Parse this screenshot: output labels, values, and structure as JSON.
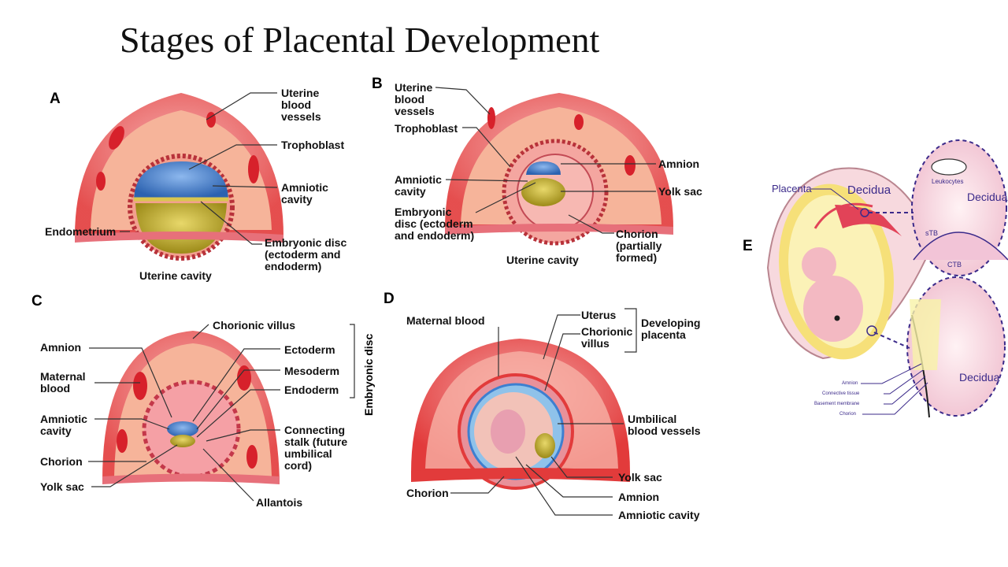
{
  "title": "Stages of Placental Development",
  "panels": {
    "A": {
      "letter": "A",
      "labels": {
        "uterine_blood_vessels": "Uterine\nblood\nvessels",
        "trophoblast": "Trophoblast",
        "amniotic_cavity": "Amniotic\ncavity",
        "embryonic_disc": "Embryonic disc\n(ectoderm and\nendoderm)",
        "endometrium": "Endometrium",
        "uterine_cavity": "Uterine cavity"
      }
    },
    "B": {
      "letter": "B",
      "labels": {
        "uterine_blood_vessels": "Uterine\nblood\nvessels",
        "trophoblast": "Trophoblast",
        "amnion": "Amnion",
        "amniotic_cavity": "Amniotic\ncavity",
        "yolk_sac": "Yolk sac",
        "embryonic_disc": "Embryonic\ndisc (ectoderm\nand endoderm)",
        "chorion": "Chorion\n(partially\nformed)",
        "uterine_cavity": "Uterine cavity"
      }
    },
    "C": {
      "letter": "C",
      "labels": {
        "chorionic_villus": "Chorionic villus",
        "amnion": "Amnion",
        "ectoderm": "Ectoderm",
        "maternal_blood": "Maternal\nblood",
        "mesoderm": "Mesoderm",
        "endoderm": "Endoderm",
        "embryonic_disc": "Embryonic disc",
        "amniotic_cavity": "Amniotic\ncavity",
        "connecting_stalk": "Connecting\nstalk (future\numbilical\ncord)",
        "chorion": "Chorion",
        "yolk_sac": "Yolk sac",
        "allantois": "Allantois"
      }
    },
    "D": {
      "letter": "D",
      "labels": {
        "maternal_blood": "Maternal blood",
        "uterus": "Uterus",
        "chorionic_villus": "Chorionic\nvillus",
        "developing_placenta": "Developing\nplacenta",
        "umbilical_blood_vessels": "Umbilical\nblood vessels",
        "yolk_sac": "Yolk sac",
        "chorion": "Chorion",
        "amnion": "Amnion",
        "amniotic_cavity": "Amniotic cavity"
      }
    },
    "E": {
      "letter": "E",
      "labels": {
        "placenta": "Placenta",
        "decidua_top": "Decidua",
        "leukocytes": "Leukocytes",
        "decidua_circle": "Decidua",
        "stb": "sTB",
        "ctb": "CTB",
        "decidua_lower": "Decidua",
        "amnion": "Amnion",
        "connective_tissue": "Connective tissue",
        "basement_membrane": "Basement membrane",
        "chorion": "Chorion"
      }
    }
  },
  "colors": {
    "tissue_red": "#e23b3b",
    "tissue_pink": "#f6b49a",
    "amnion_blue": "#3d7fd0",
    "yolk": "#c8b42a",
    "panel_e_ink": "#3b2a8a",
    "panel_e_dash": "#3b2a8a"
  }
}
